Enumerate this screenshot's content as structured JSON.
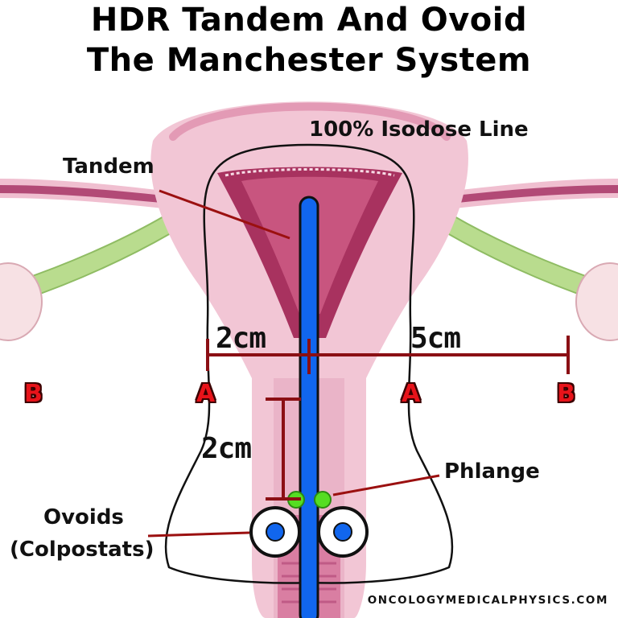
{
  "title": {
    "line1": "HDR Tandem And Ovoid",
    "line2": "The Manchester System"
  },
  "labels": {
    "isodose": "100% Isodose Line",
    "tandem": "Tandem",
    "phlange": "Phlange",
    "ovoids_line1": "Ovoids",
    "ovoids_line2": "(Colpostats)"
  },
  "points": {
    "left_b": "B",
    "left_a": "A",
    "right_a": "A",
    "right_b": "B"
  },
  "distances": {
    "left_horizontal": "2cm",
    "right_horizontal": "5cm",
    "vertical": "2cm"
  },
  "watermark": "ONCOLOGYMEDICALPHYSICS.COM",
  "colors": {
    "uterus_light": "#f2c6d5",
    "uterus_mid": "#e39ab5",
    "uterus_dark": "#a8325f",
    "tube_green": "#b9dc8e",
    "tandem_blue": "#1166ee",
    "phlange_green": "#55dd22",
    "annotation_red": "#9b1010",
    "isodose_black": "#111111"
  }
}
